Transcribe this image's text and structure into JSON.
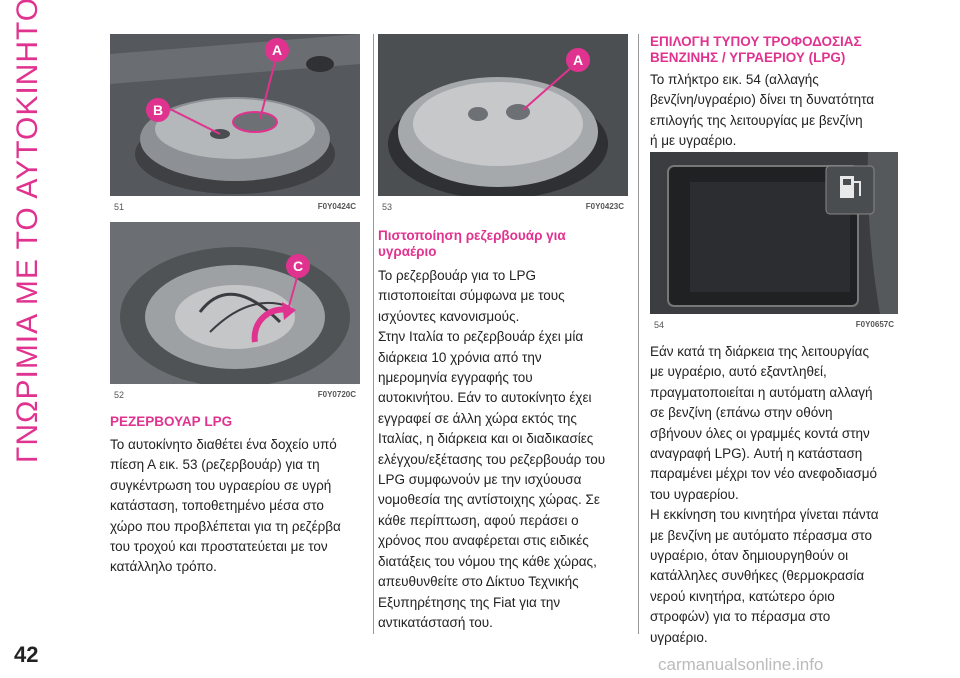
{
  "sidebar": {
    "title": "ΓΝΩΡΙΜΙΑ ΜΕ ΤΟ ΑΥΤΟΚΙΝΗΤΟ"
  },
  "page": {
    "number": "42",
    "watermark": "carmanualsonline.info"
  },
  "figures": {
    "fig51": {
      "number": "51",
      "code": "F0Y0424C",
      "labels": [
        "A",
        "B"
      ]
    },
    "fig52": {
      "number": "52",
      "code": "F0Y0720C",
      "labels": [
        "C"
      ]
    },
    "fig53": {
      "number": "53",
      "code": "F0Y0423C",
      "labels": [
        "A"
      ]
    },
    "fig54": {
      "number": "54",
      "code": "F0Y0657C"
    }
  },
  "col1": {
    "heading": "ΡΕΖΕΡΒΟΥΑΡ LPG",
    "lines": [
      "Το αυτοκίνητο διαθέτει ένα δοχείο υπό",
      "πίεση Α εικ. 53 (ρεζερβουάρ) για τη",
      "συγκέντρωση του υγραερίου σε υγρή",
      "κατάσταση, τοποθετημένο μέσα στο",
      "χώρο που προβλέπεται για τη ρεζέρβα",
      "του τροχού και προστατεύεται με τον",
      "κατάλληλο τρόπο."
    ]
  },
  "col2": {
    "heading_lines": [
      "Πιστοποίηση ρεζερβουάρ για",
      "υγραέριο"
    ],
    "lines": [
      "Το ρεζερβουάρ για το LPG",
      "πιστοποιείται σύμφωνα με τους",
      "ισχύοντες κανονισμούς.",
      "Στην Ιταλία το ρεζερβουάρ έχει μία",
      "διάρκεια 10 χρόνια από την",
      "ημερομηνία εγγραφής του",
      "αυτοκινήτου. Εάν το αυτοκίνητο έχει",
      "εγγραφεί σε άλλη χώρα εκτός της",
      "Ιταλίας, η διάρκεια και οι διαδικασίες",
      "ελέγχου/εξέτασης του ρεζερβουάρ του",
      "LPG συμφωνούν με την ισχύουσα",
      "νομοθεσία της αντίστοιχης χώρας. Σε",
      "κάθε περίπτωση, αφού περάσει ο",
      "χρόνος που αναφέρεται στις ειδικές",
      "διατάξεις του νόμου της κάθε χώρας,",
      "απευθυνθείτε στο Δίκτυο Τεχνικής",
      "Εξυπηρέτησης της Fiat για την",
      "αντικατάστασή του."
    ]
  },
  "col3": {
    "heading_lines": [
      "ΕΠΙΛΟΓΗ ΤΥΠΟΥ ΤΡΟΦΟΔΟΣΙΑΣ",
      "ΒΕΝΖΙΝΗΣ / ΥΓΡΑΕΡΙΟΥ (LPG)"
    ],
    "intro_lines": [
      "Το πλήκτρο εικ. 54 (αλλαγής",
      "βενζίνη/υγραέριο) δίνει τη δυνατότητα",
      "επιλογής της λειτουργίας με βενζίνη",
      "ή με υγραέριο."
    ],
    "lines": [
      "Εάν κατά τη διάρκεια της λειτουργίας",
      "με υγραέριο, αυτό εξαντληθεί,",
      "πραγματοποιείται η αυτόματη αλλαγή",
      "σε βενζίνη (επάνω στην οθόνη",
      "σβήνουν όλες οι γραμμές κοντά στην",
      "αναγραφή LPG). Αυτή η κατάσταση",
      "παραμένει μέχρι τον νέο ανεφοδιασμό",
      "του υγραερίου.",
      "Η εκκίνηση του κινητήρα γίνεται πάντα",
      "με βενζίνη με αυτόματο πέρασμα στο",
      "υγραέριο, όταν δημιουργηθούν οι",
      "κατάλληλες συνθήκες (θερμοκρασία",
      "νερού κινητήρα, κατώτερο όριο",
      "στροφών) για το πέρασμα στο",
      "υγραέριο."
    ]
  }
}
